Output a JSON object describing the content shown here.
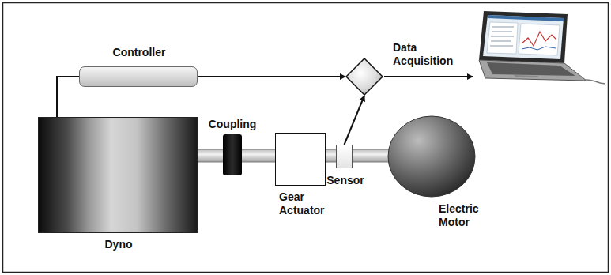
{
  "diagram": {
    "nodes": [
      {
        "text": [
          "Controller"
        ]
      },
      {
        "text": [
          "Data Acquisition"
        ]
      },
      {
        "text": [
          "Dyno"
        ]
      },
      {
        "text": [
          "Coupling"
        ]
      },
      {
        "text": [
          "Gear Actuator"
        ]
      },
      {
        "text": [
          "Sensor"
        ]
      },
      {
        "text": [
          "Electric Motor"
        ]
      }
    ],
    "edges": [
      {
        "from": 2,
        "to": 0,
        "arrow": "none"
      },
      {
        "from": 0,
        "to": 1,
        "arrow": "to"
      },
      {
        "from": 5,
        "to": 1,
        "arrow": "to"
      },
      {
        "from": 2,
        "to": 3,
        "arrow": "none"
      },
      {
        "from": 3,
        "to": 4,
        "arrow": "none"
      },
      {
        "from": 4,
        "to": 5,
        "arrow": "none"
      },
      {
        "from": 5,
        "to": 6,
        "arrow": "none"
      }
    ]
  }
}
